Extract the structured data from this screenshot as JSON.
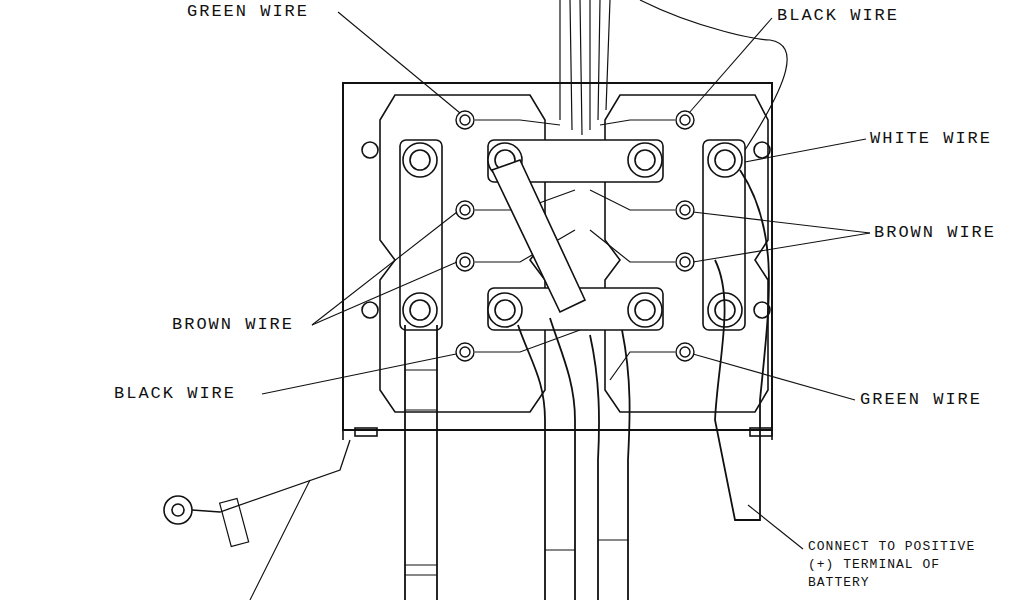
{
  "diagram": {
    "labels": [
      "GREEN WIRE",
      "BLACK WIRE",
      "WHITE WIRE",
      "BROWN WIRE",
      "BROWN WIRE",
      "BLACK WIRE",
      "GREEN WIRE",
      "CONNECT TO POSITIVE (+) TERMINAL OF BATTERY"
    ]
  }
}
